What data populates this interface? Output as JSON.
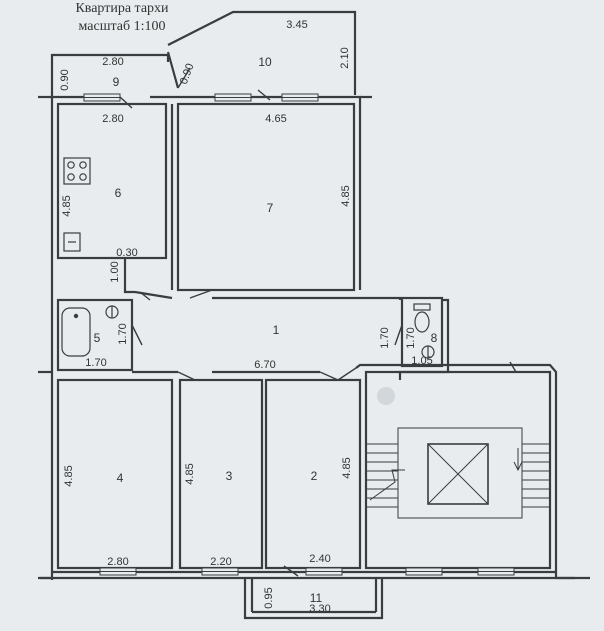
{
  "header": {
    "title": "Квартира тархи",
    "scale": "масштаб 1:100"
  },
  "rooms": [
    {
      "id": "1",
      "label": "1"
    },
    {
      "id": "2",
      "label": "2"
    },
    {
      "id": "3",
      "label": "3"
    },
    {
      "id": "4",
      "label": "4"
    },
    {
      "id": "5",
      "label": "5"
    },
    {
      "id": "6",
      "label": "6"
    },
    {
      "id": "7",
      "label": "7"
    },
    {
      "id": "8",
      "label": "8"
    },
    {
      "id": "9",
      "label": "9"
    },
    {
      "id": "10",
      "label": "10"
    },
    {
      "id": "11",
      "label": "11"
    }
  ],
  "dimensions": {
    "r10_top": "3.45",
    "r10_right": "2.10",
    "r10_diag": "0.90",
    "r9_top": "2.80",
    "r9_left": "0.90",
    "r9_bottom": "2.80",
    "r7_top": "4.65",
    "r7_right": "4.85",
    "r6_left": "4.85",
    "r6_030": "0.30",
    "r6_100": "1.00",
    "r5_bottom": "1.70",
    "r5_right": "1.70",
    "corr_length": "6.70",
    "r8_a": "1.70",
    "r8_b": "1.70",
    "r8_c": "1.05",
    "r4_left": "4.85",
    "r4_window": "2.80",
    "r3_left": "4.85",
    "r3_window": "2.20",
    "r2_right": "4.85",
    "r2_window": "2.40",
    "r11_left": "0.95",
    "r11_width": "3.30"
  }
}
